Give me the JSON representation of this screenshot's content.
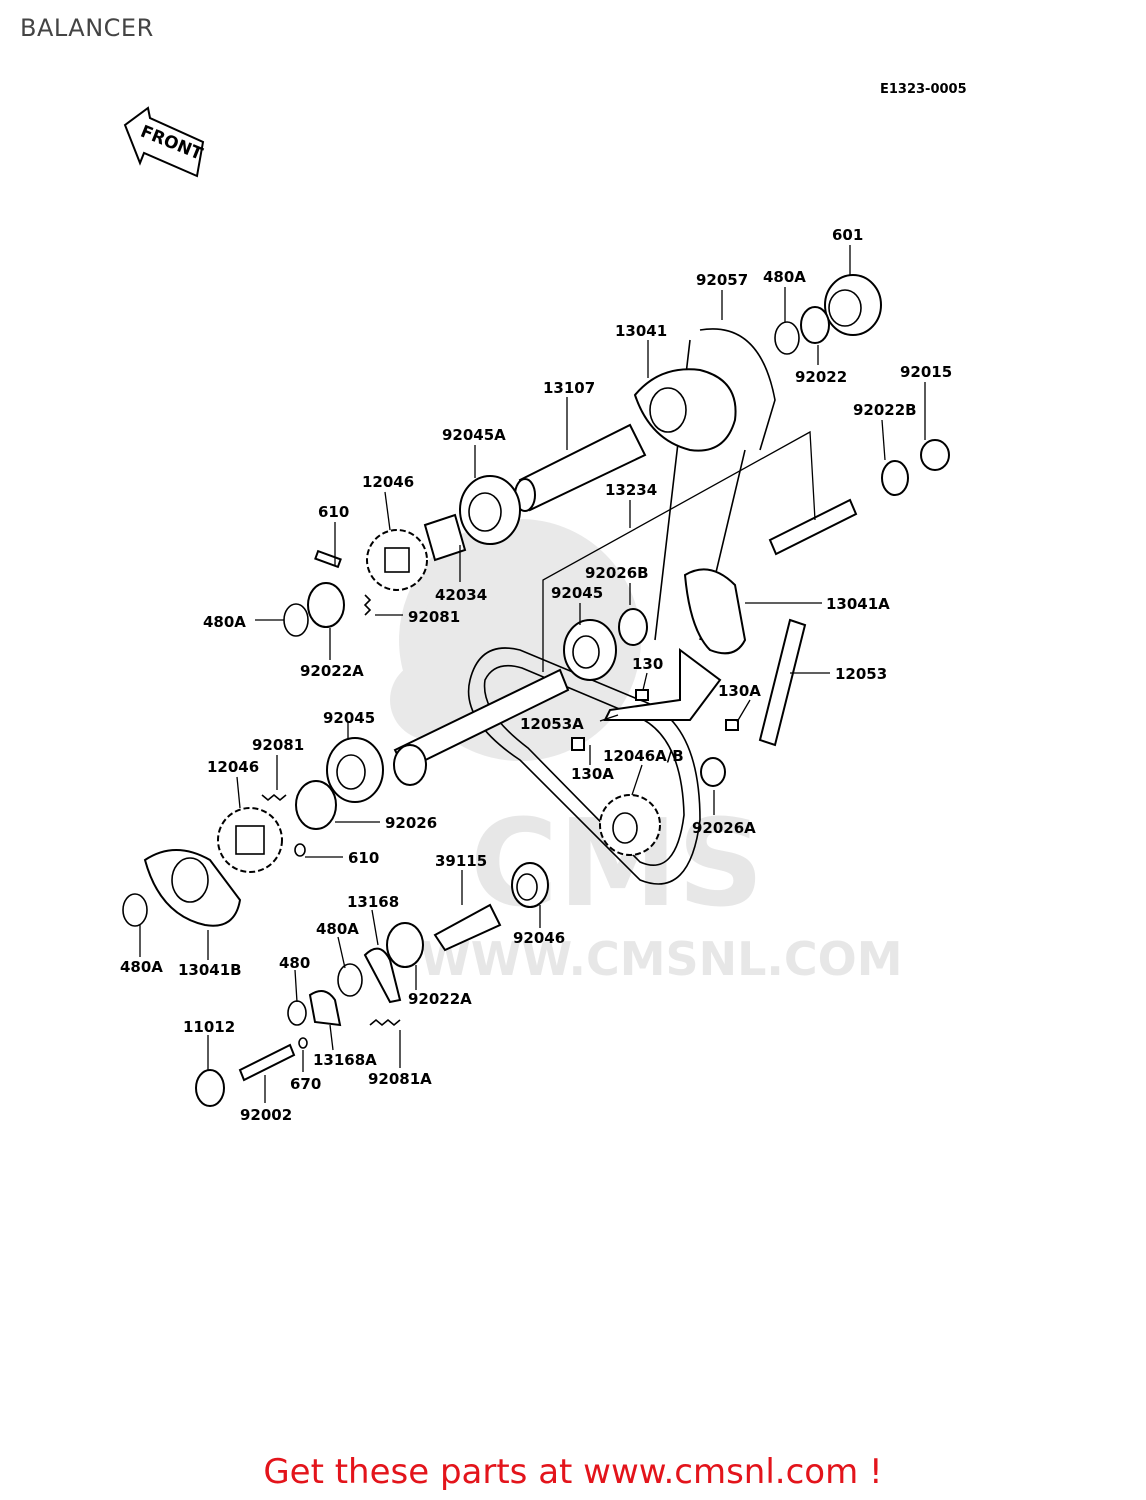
{
  "page": {
    "title": "BALANCER",
    "diagram_code": "E1323-0005",
    "front_label": "FRONT",
    "footer_link": "Get these parts at www.cmsnl.com !"
  },
  "watermark": {
    "brand": "CMS",
    "url": "WWW.CMSNL.COM"
  },
  "callouts": {
    "c601": "601",
    "c92057": "92057",
    "c480A_top": "480A",
    "c92022": "92022",
    "c92015": "92015",
    "c13041": "13041",
    "c92022B": "92022B",
    "c13107": "13107",
    "c92045A": "92045A",
    "c12046_top": "12046",
    "c13234": "13234",
    "c610_top": "610",
    "c92026B": "92026B",
    "c42034": "42034",
    "c92045_mid": "92045",
    "c13041A": "13041A",
    "c480A_left": "480A",
    "c92081_top": "92081",
    "c92022A_top": "92022A",
    "c130": "130",
    "c12053": "12053",
    "c130A_right": "130A",
    "c12053A": "12053A",
    "c92045_low": "92045",
    "c12046AB": "12046A/B",
    "c130A_low": "130A",
    "c92081_mid": "92081",
    "c12046_low": "12046",
    "c92026": "92026",
    "c92026A": "92026A",
    "c610_low": "610",
    "c39115": "39115",
    "c13168": "13168",
    "c480A_low": "480A",
    "c92046": "92046",
    "c480A_far": "480A",
    "c13041B": "13041B",
    "c480": "480",
    "c92022A_low": "92022A",
    "c11012": "11012",
    "c13168A": "13168A",
    "c670": "670",
    "c92081A": "92081A",
    "c92002": "92002"
  }
}
